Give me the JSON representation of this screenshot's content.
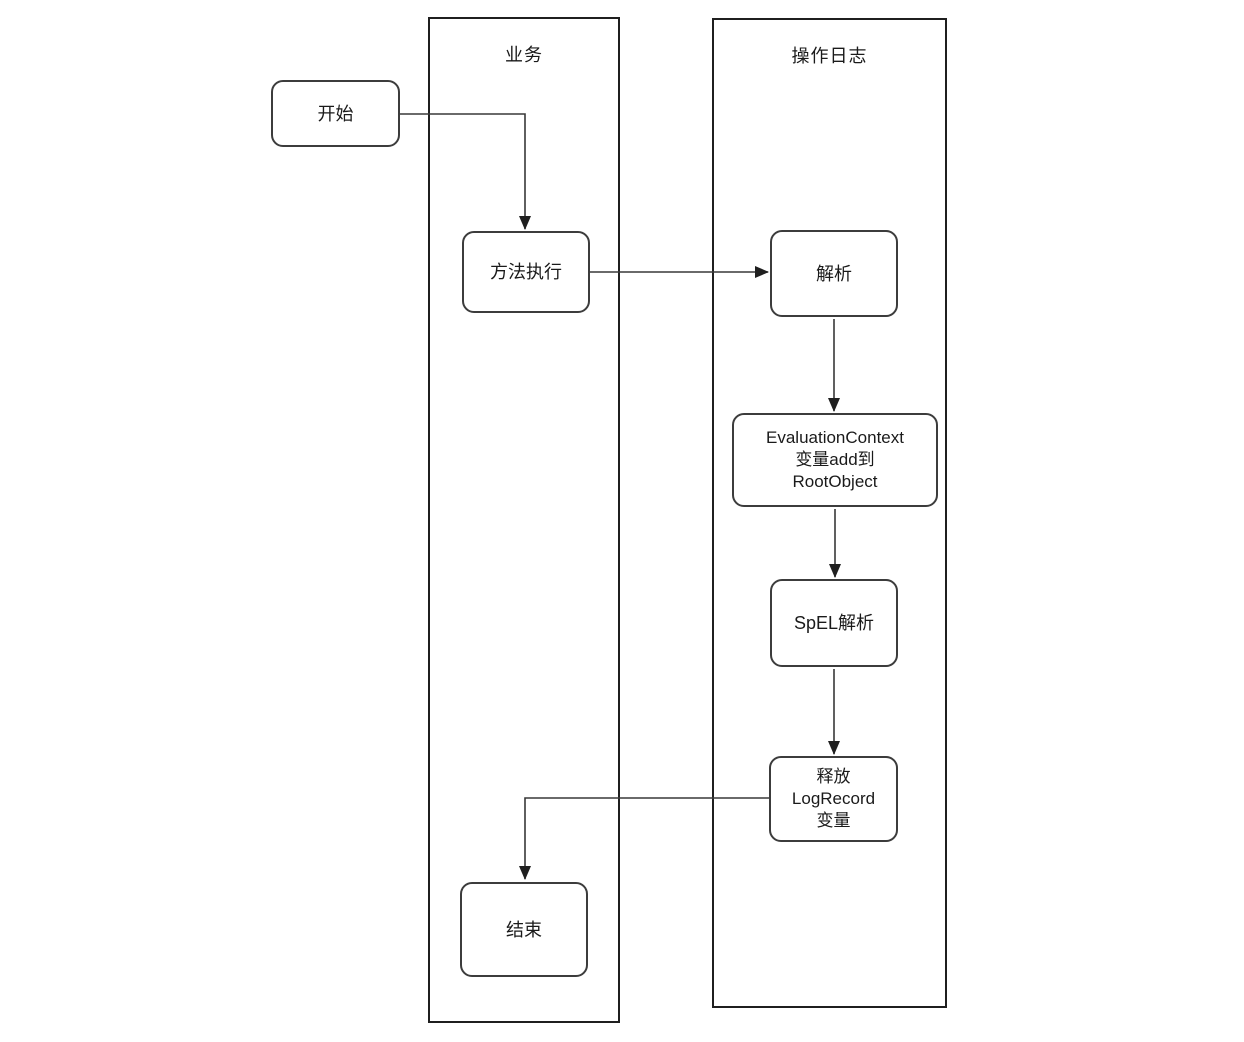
{
  "diagram": {
    "type": "flowchart-swimlane",
    "background": "#ffffff"
  },
  "lanes": {
    "business": {
      "title": "业务"
    },
    "operation_log": {
      "title": "操作日志"
    }
  },
  "nodes": {
    "start": {
      "label": "开始",
      "lane": "none"
    },
    "method_exec": {
      "label": "方法执行",
      "lane": "business"
    },
    "parse": {
      "label": "解析",
      "lane": "operation_log"
    },
    "eval_context": {
      "lines": [
        "EvaluationContext",
        "变量add到",
        "RootObject"
      ],
      "lane": "operation_log"
    },
    "spel": {
      "label": "SpEL解析",
      "lane": "operation_log"
    },
    "release": {
      "lines": [
        "释放",
        "LogRecord",
        "变量"
      ],
      "lane": "operation_log"
    },
    "end": {
      "label": "结束",
      "lane": "business"
    }
  },
  "edges": [
    {
      "from": "start",
      "to": "method_exec",
      "style": "orthogonal-arrow"
    },
    {
      "from": "method_exec",
      "to": "parse",
      "style": "straight-arrow"
    },
    {
      "from": "parse",
      "to": "eval_context",
      "style": "straight-arrow"
    },
    {
      "from": "eval_context",
      "to": "spel",
      "style": "straight-arrow"
    },
    {
      "from": "spel",
      "to": "release",
      "style": "straight-arrow"
    },
    {
      "from": "release",
      "to": "end",
      "style": "orthogonal-arrow"
    }
  ],
  "colors": {
    "lane_stroke": "#1f1f1f",
    "node_stroke": "#3c3c3c",
    "edge_stroke": "#383838",
    "node_fill": "#ffffff",
    "text": "#1a1a1a",
    "background": "#ffffff"
  }
}
